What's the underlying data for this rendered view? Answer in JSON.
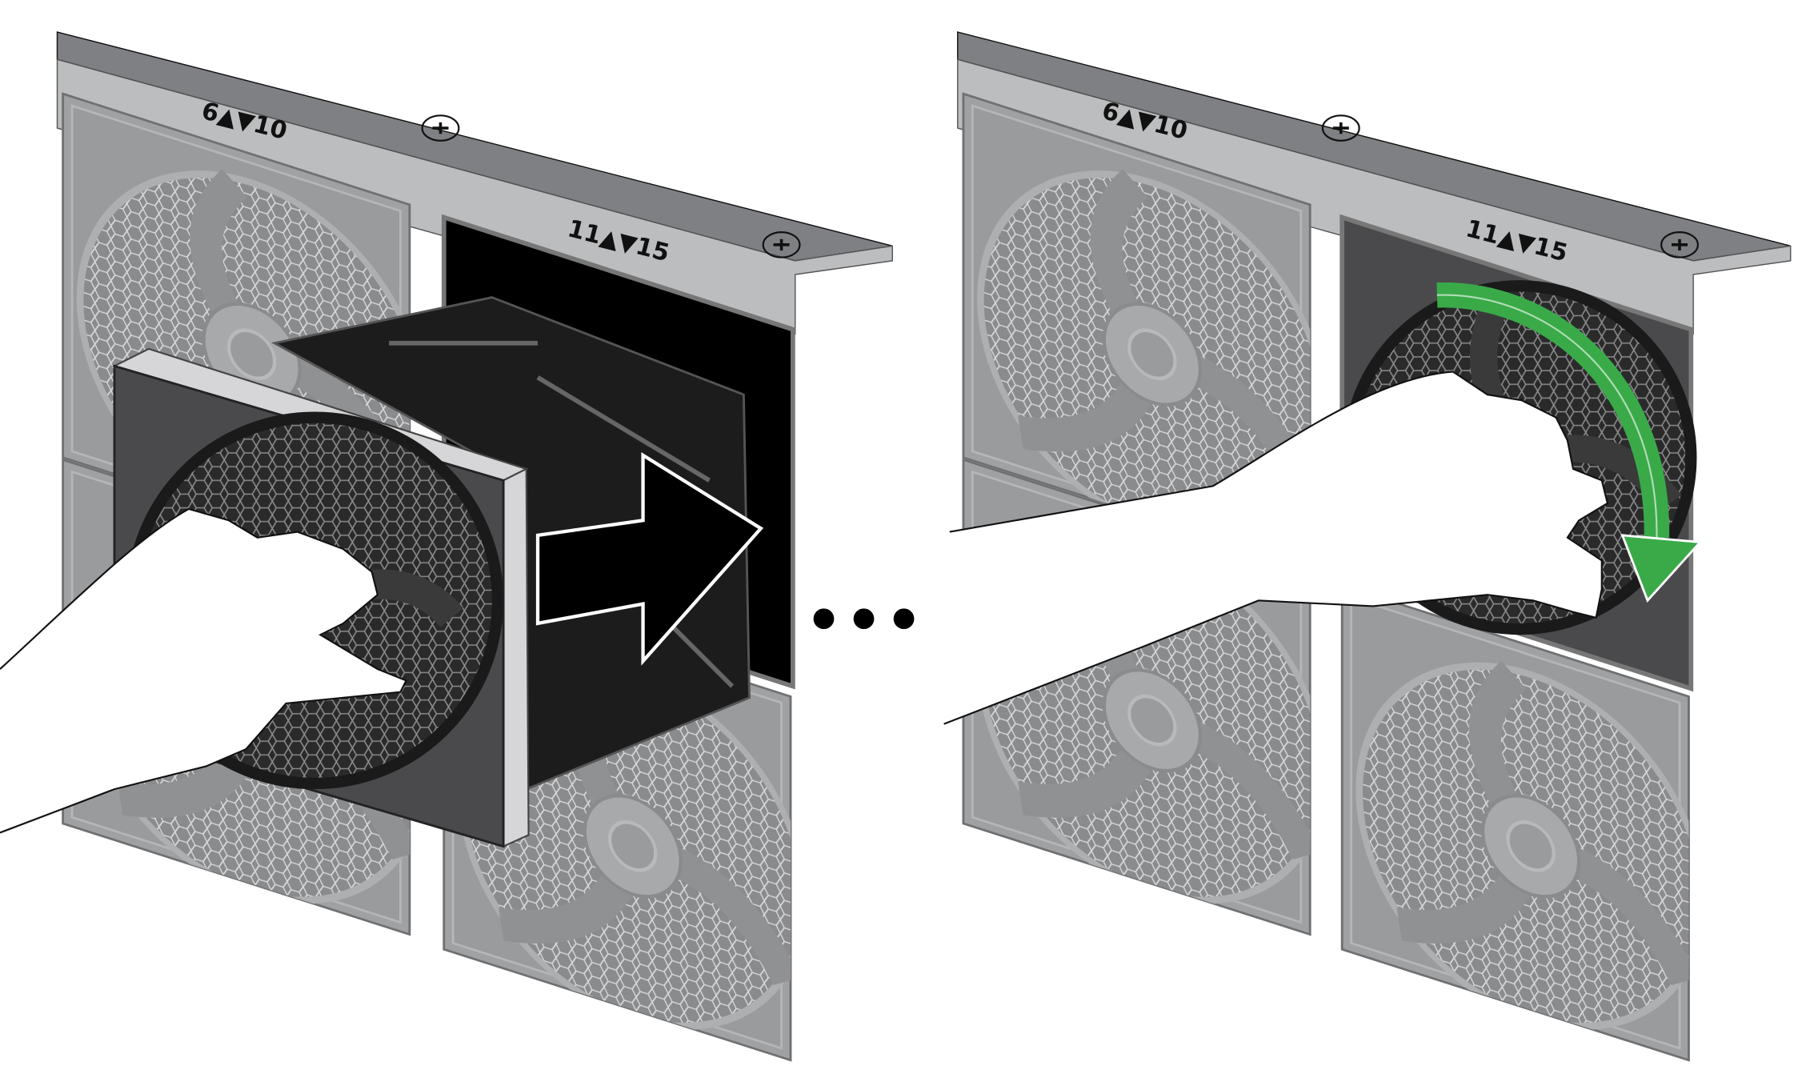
{
  "figure": {
    "step1": {
      "slot_label_left": "6▲▼10",
      "slot_label_right": "11▲▼15",
      "action": "insert-fan-module",
      "arrow_color": "#ffffff"
    },
    "separator": "• • •",
    "step2": {
      "slot_label_left": "6▲▼10",
      "slot_label_right": "11▲▼15",
      "action": "rotate-fan-clockwise",
      "arrow_color": "#3aaa49"
    },
    "colors": {
      "bracket_top": "#7f8083",
      "bracket_face": "#bcbdbf",
      "tile": "#a0a1a3",
      "module": "#4a4a4c",
      "slot": "#000000"
    }
  }
}
